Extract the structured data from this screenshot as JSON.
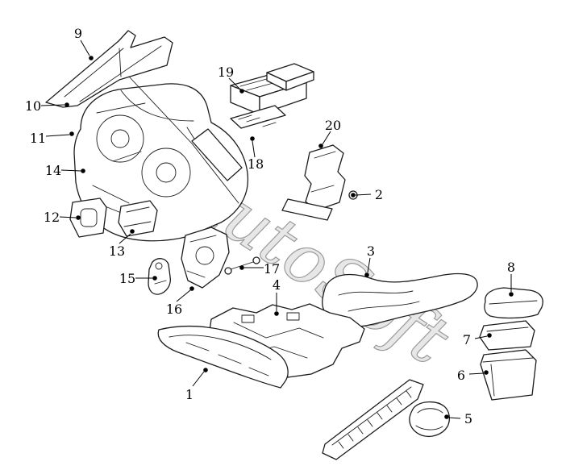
{
  "diagram": {
    "watermark": "AutoSoft",
    "colors": {
      "line": "#1c1c1c",
      "leader": "#000000",
      "watermark_fill": "#c9c9c9",
      "watermark_stroke": "#9b9b9b",
      "background": "#ffffff"
    },
    "callouts": [
      {
        "num": "1"
      },
      {
        "num": "2"
      },
      {
        "num": "3"
      },
      {
        "num": "4"
      },
      {
        "num": "5"
      },
      {
        "num": "6"
      },
      {
        "num": "7"
      },
      {
        "num": "8"
      },
      {
        "num": "9"
      },
      {
        "num": "10"
      },
      {
        "num": "11"
      },
      {
        "num": "12"
      },
      {
        "num": "13"
      },
      {
        "num": "14"
      },
      {
        "num": "15"
      },
      {
        "num": "16"
      },
      {
        "num": "17"
      },
      {
        "num": "18"
      },
      {
        "num": "19"
      },
      {
        "num": "20"
      }
    ]
  }
}
